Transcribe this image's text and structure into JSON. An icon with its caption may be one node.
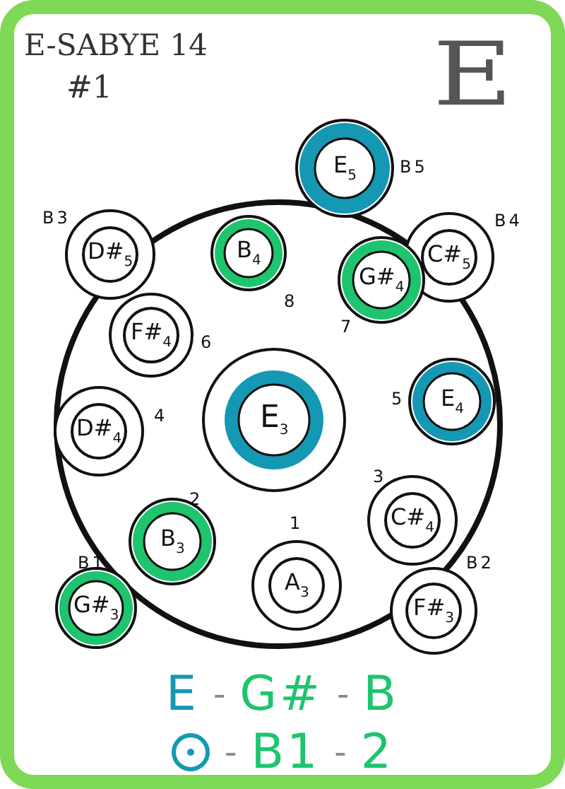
{
  "diagram": {
    "title": "E-SABYE 14",
    "nodes": [
      {
        "text": [
          "E$_{5}$"
        ],
        "beside": [
          "B5"
        ]
      },
      {
        "text": [
          "D#$_{5}$"
        ],
        "beside": [
          "B3"
        ]
      },
      {
        "text": [
          "C#$_{5}$"
        ],
        "beside": [
          "B4"
        ]
      },
      {
        "text": [
          "B$_{4}$"
        ],
        "beside": [
          "8"
        ]
      },
      {
        "text": [
          "G#$_{4}$"
        ],
        "beside": [
          "7"
        ]
      },
      {
        "text": [
          "F#$_{4}$"
        ],
        "beside": [
          "6"
        ]
      },
      {
        "text": [
          "E$_{4}$"
        ],
        "beside": [
          "5"
        ]
      },
      {
        "text": [
          "E$_{3}$"
        ]
      },
      {
        "text": [
          "D#$_{4}$"
        ],
        "beside": [
          "4"
        ]
      },
      {
        "text": [
          "C#$_{4}$"
        ],
        "beside": [
          "3"
        ]
      },
      {
        "text": [
          "B$_{3}$"
        ],
        "beside": [
          "2"
        ]
      },
      {
        "text": [
          "A$_{3}$"
        ],
        "beside": [
          "1"
        ]
      },
      {
        "text": [
          "G#$_{3}$"
        ],
        "beside": [
          "B1"
        ]
      },
      {
        "text": [
          "F#$_{3}$"
        ],
        "beside": [
          "B2"
        ]
      }
    ],
    "labels": [
      "#1",
      "E",
      "E",
      "-",
      "G#",
      "-",
      "B",
      "-",
      "B1",
      "-",
      "2"
    ]
  }
}
